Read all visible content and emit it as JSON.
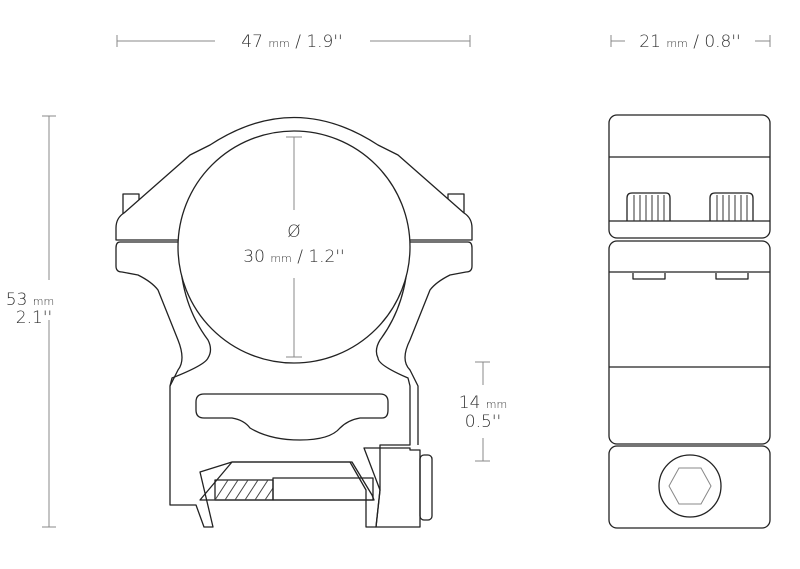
{
  "dimensions": {
    "width": {
      "value": "47",
      "unit": "mm",
      "imperial": "/ 1.9''"
    },
    "depth": {
      "value": "21",
      "unit": "mm",
      "imperial": "/ 0.8''"
    },
    "height": {
      "value": "53",
      "unit": "mm",
      "imperial": "2.1''"
    },
    "ring_diameter": {
      "symbol": "Ø",
      "value": "30",
      "unit": "mm",
      "imperial": "/ 1.2''"
    },
    "base_height": {
      "value": "14",
      "unit": "mm",
      "imperial": "0.5''"
    }
  }
}
